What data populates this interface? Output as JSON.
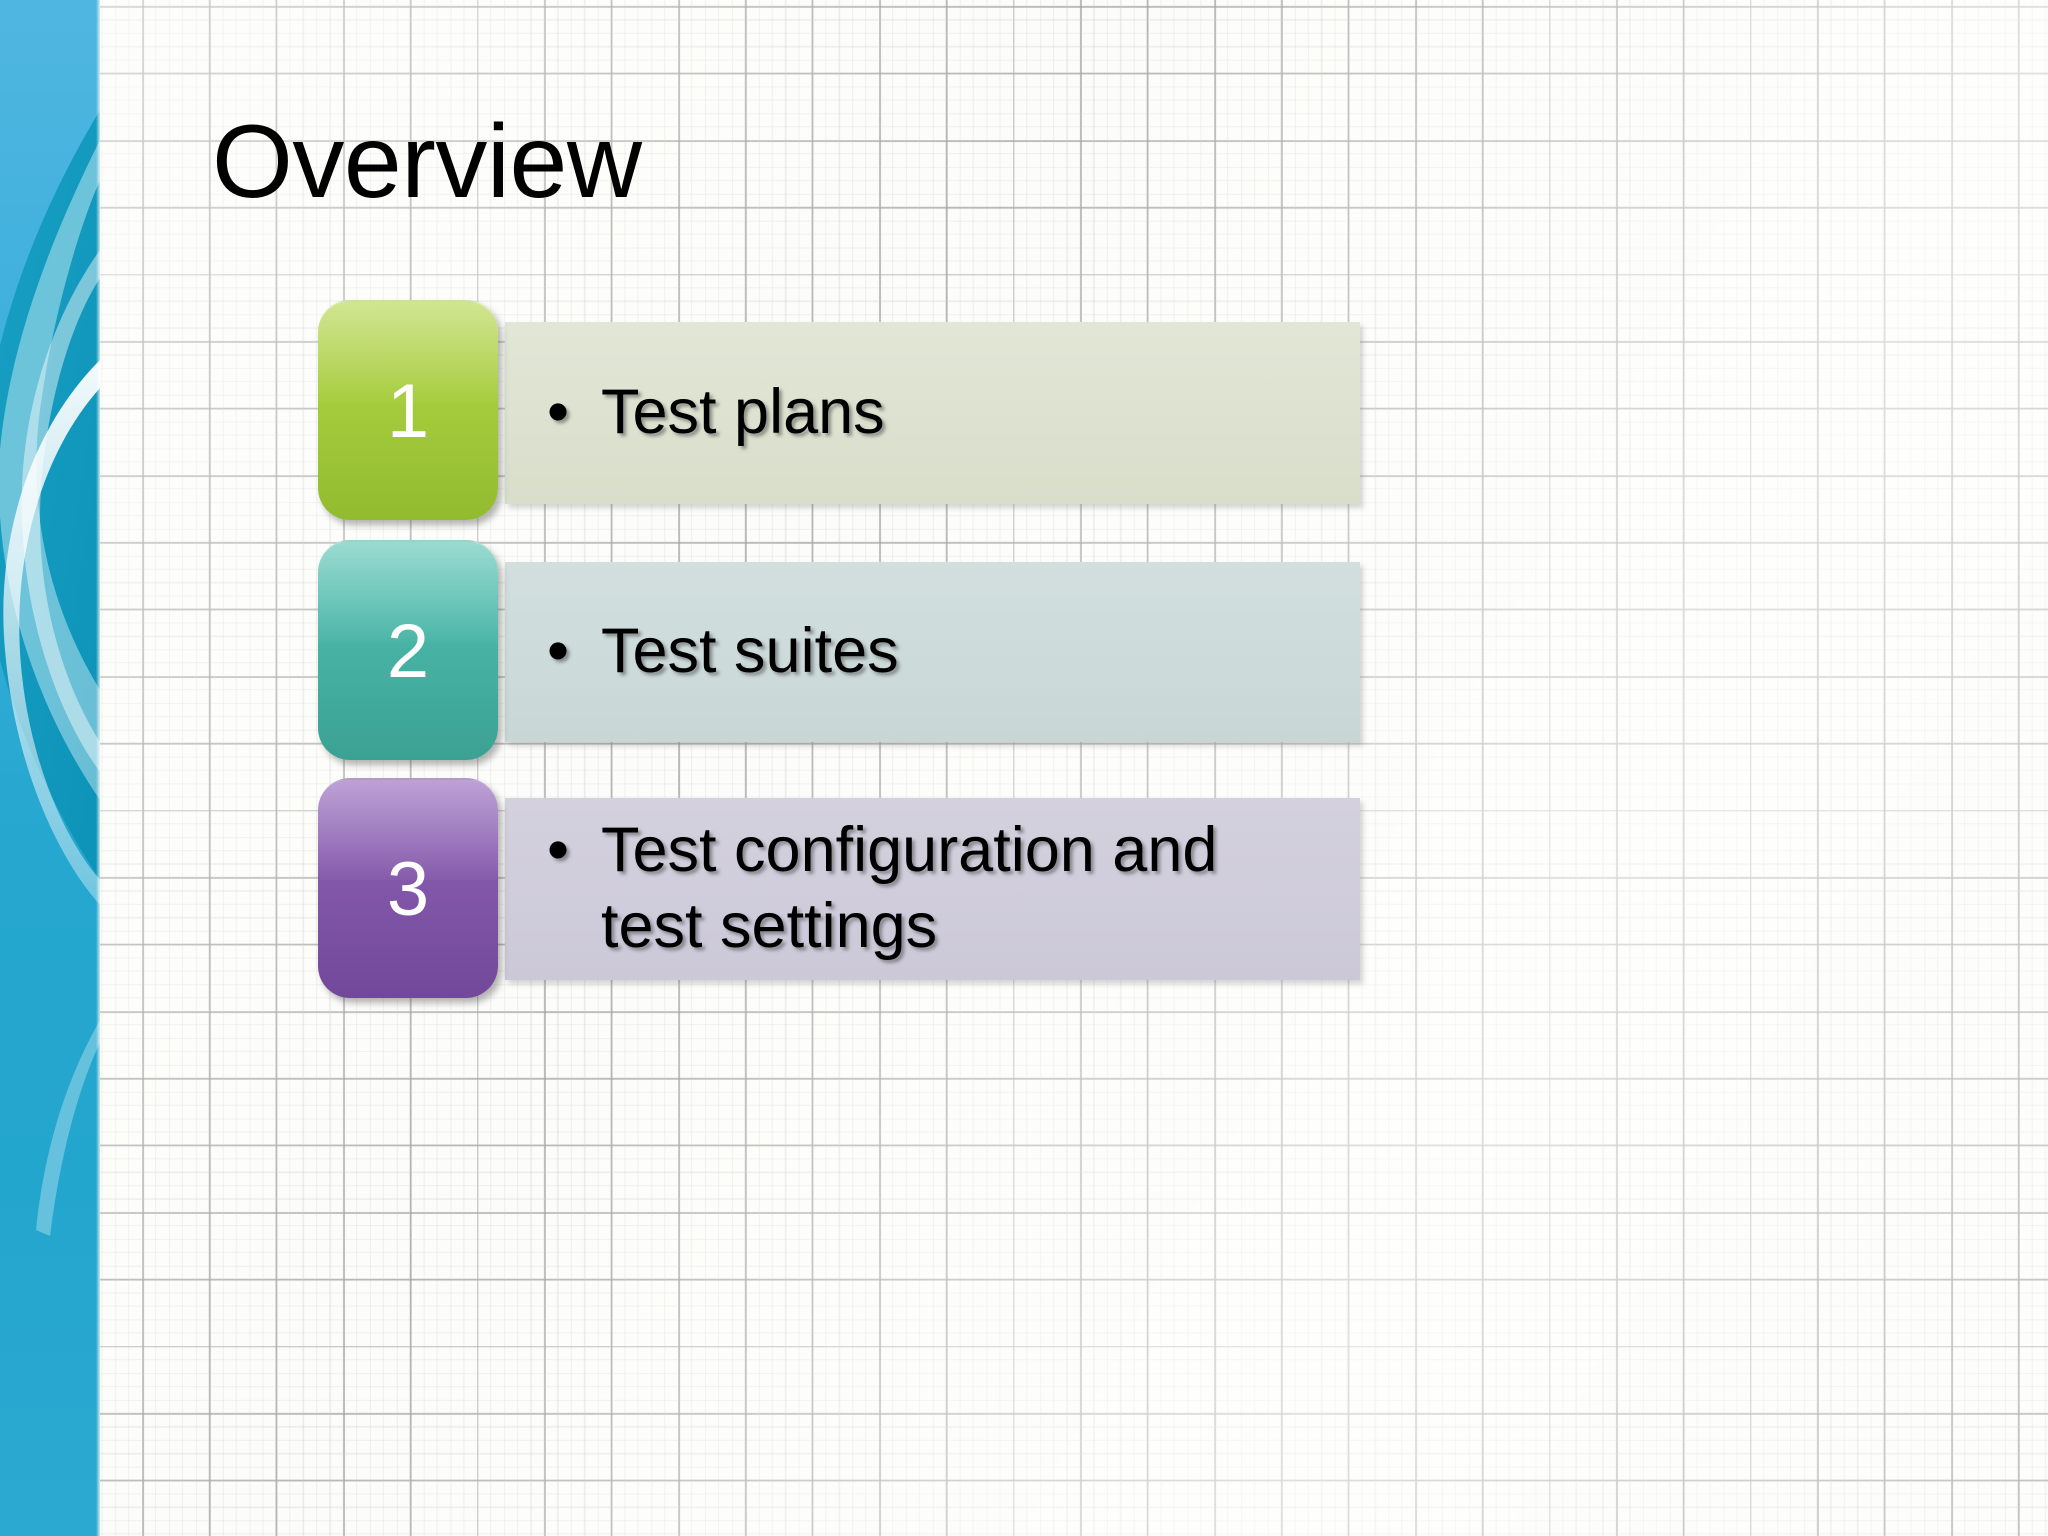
{
  "slide": {
    "title": "Overview",
    "theme_accent": "#23a6ce",
    "background_color": "#fbfbf7"
  },
  "items": [
    {
      "number": "1",
      "bullet": "•",
      "text": "Test plans",
      "box_color": "#a5cc3c",
      "panel_color": "#dde2d0"
    },
    {
      "number": "2",
      "bullet": "•",
      "text": "Test suites",
      "box_color": "#48b4a5",
      "panel_color": "#ccdada"
    },
    {
      "number": "3",
      "bullet": "•",
      "text": "Test configuration and test settings",
      "box_color": "#8257a9",
      "panel_color": "#cfccdb"
    }
  ]
}
